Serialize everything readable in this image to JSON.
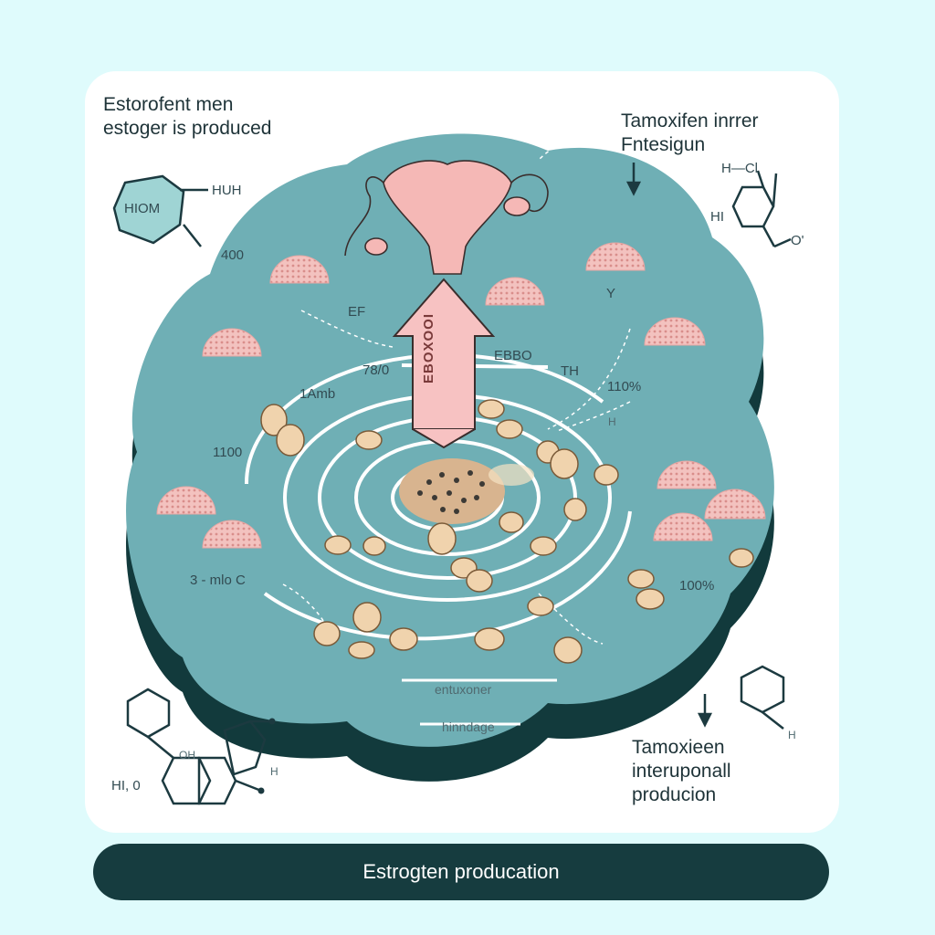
{
  "texts": {
    "top_left_line1": "Estorofent men",
    "top_left_line2": "estoger is produced",
    "top_right_line1": "Tamoxifen inrrer",
    "top_right_line2": "Fntesigun",
    "hex_label": "HIOM",
    "hex_side": "HUH",
    "val_400": "400",
    "val_ef": "EF",
    "val_78": "78/0",
    "val_ebbo": "EBBO",
    "val_th": "TH",
    "val_110": "110%",
    "val_1amb": "1Amb",
    "val_1100": "1100",
    "val_h": "H",
    "val_3mlo": "3 - mlo C",
    "val_100": "100%",
    "val_y": "Y",
    "arrow_text": "EBOXOOI",
    "entuxoner": "entuxoner",
    "hinndage": "hinndage",
    "bottom_right_line1": "Tamoxieen",
    "bottom_right_line2": "interuponall",
    "bottom_right_line3": "producion",
    "mol_hcl": "H—Cl",
    "mol_hi": "HI",
    "mol_o": "O'",
    "mol_oh": "OH",
    "mol_hi0": "HI, 0",
    "mol_h": "H",
    "mol_h2": "H",
    "footer": "Estrogten producation"
  },
  "colors": {
    "background": "#dffbfc",
    "platform": "#6fafb5",
    "platform_shadow": "#123a3c",
    "uterus": "#f5b8b6",
    "arrow": "#f7c2c2",
    "follicle": "#f3c2bf",
    "cell": "#f0d3ad",
    "footer": "#163c3f"
  },
  "icons": [
    "uterus-icon",
    "follicle-icon",
    "cell-icon",
    "molecule-icon",
    "hexagon-icon",
    "down-arrow-icon"
  ]
}
